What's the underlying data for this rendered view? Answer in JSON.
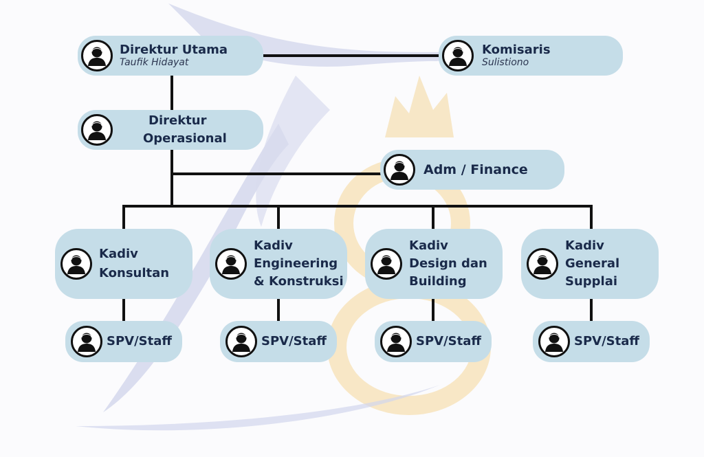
{
  "org": {
    "direktur_utama": {
      "title": "Direktur Utama",
      "name": "Taufik Hidayat"
    },
    "komisaris": {
      "title": "Komisaris",
      "name": "Sulistiono"
    },
    "direktur_operasional": {
      "line1": "Direktur",
      "line2": "Operasional"
    },
    "adm_finance": {
      "title": "Adm / Finance"
    },
    "kadiv": [
      {
        "lines": [
          "Kadiv",
          "Konsultan"
        ]
      },
      {
        "lines": [
          "Kadiv",
          "Engineering",
          "& Konstruksi"
        ]
      },
      {
        "lines": [
          "Kadiv",
          "Design dan",
          "Building"
        ]
      },
      {
        "lines": [
          "Kadiv",
          "General",
          "Supplai"
        ]
      }
    ],
    "staff_label": "SPV/Staff"
  },
  "icons": {
    "avatar": "person-silhouette-icon"
  },
  "colors": {
    "box": "#c5dde8",
    "text": "#1a2a4a",
    "line": "#111111",
    "watermark_blue": "#c9cde6",
    "watermark_orange": "#f6dfb4"
  }
}
